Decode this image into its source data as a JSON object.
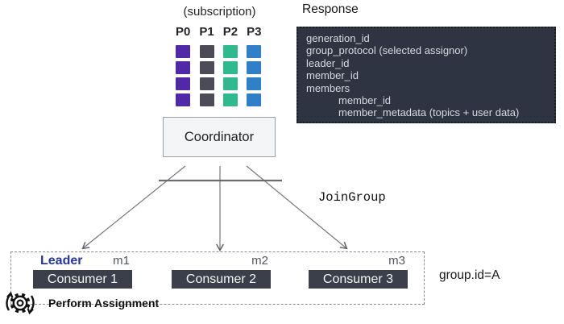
{
  "subscription": {
    "label": "(subscription)",
    "rows": 4,
    "partitions": [
      {
        "label": "P0",
        "color": "#5128a5"
      },
      {
        "label": "P1",
        "color": "#4c4c58"
      },
      {
        "label": "P2",
        "color": "#2eba8e"
      },
      {
        "label": "P3",
        "color": "#2f80c8"
      }
    ]
  },
  "response": {
    "title": "Response",
    "bg_color": "#2e3441",
    "text_color": "#d7dae0",
    "fields": [
      {
        "text": "generation_id",
        "indent": false
      },
      {
        "text": "group_protocol (selected assignor)",
        "indent": false
      },
      {
        "text": "leader_id",
        "indent": false
      },
      {
        "text": "member_id",
        "indent": false
      },
      {
        "text": "members",
        "indent": false
      },
      {
        "text": "member_id",
        "indent": true
      },
      {
        "text": "member_metadata (topics + user data)",
        "indent": true
      }
    ]
  },
  "coordinator": {
    "label": "Coordinator"
  },
  "join_group": {
    "label": "JoinGroup"
  },
  "group": {
    "leader_label": "Leader",
    "leader_color": "#2433a6",
    "group_id": "group.id=A",
    "consumer_bg": "#3a3f49",
    "members": [
      {
        "member": "m1",
        "consumer": "Consumer 1"
      },
      {
        "member": "m2",
        "consumer": "Consumer 2"
      },
      {
        "member": "m3",
        "consumer": "Consumer 3"
      }
    ]
  },
  "assignment": {
    "label": "Perform Assignment"
  }
}
